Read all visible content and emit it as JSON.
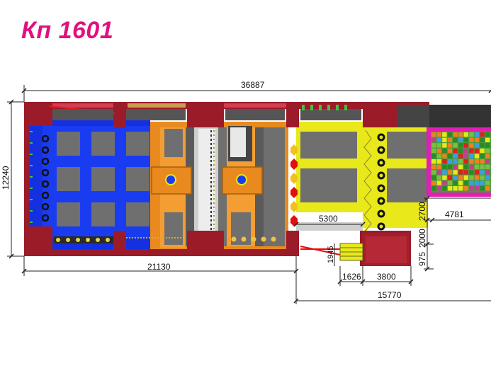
{
  "title": "Кп 1601",
  "dimensions": {
    "overall_width": "36887",
    "overall_height": "12240",
    "left_section": "21130",
    "right_section": "15770",
    "ramp_width": "5300",
    "pool_width": "4781",
    "pool_gap": "2700",
    "right_v_1": "2000",
    "right_v_2": "975",
    "stair_height": "1945",
    "stair_width": "1626",
    "platform_width": "3800"
  },
  "colors": {
    "frame": "#9b1b29",
    "trampoline_zone": "#1530e0",
    "orange_zone": "#e98a1e",
    "yellow_zone": "#e8e81a",
    "pool_border": "#e21eb4",
    "mat": "#6f6f6f",
    "dimension_line": "#222222"
  }
}
